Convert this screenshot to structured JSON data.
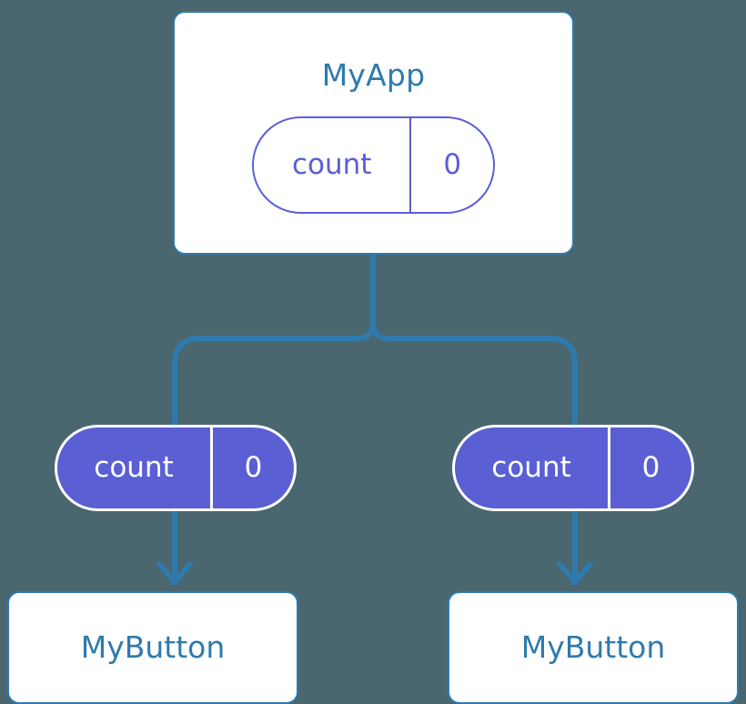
{
  "diagram": {
    "type": "component-tree",
    "background_color": "#4a666f",
    "accent_color": "#2f7aad",
    "state_color": "#5b5fd4",
    "root": {
      "title": "MyApp",
      "state": {
        "key": "count",
        "value": "0"
      }
    },
    "children": [
      {
        "props": {
          "key": "count",
          "value": "0"
        },
        "title": "MyButton"
      },
      {
        "props": {
          "key": "count",
          "value": "0"
        },
        "title": "MyButton"
      }
    ]
  }
}
